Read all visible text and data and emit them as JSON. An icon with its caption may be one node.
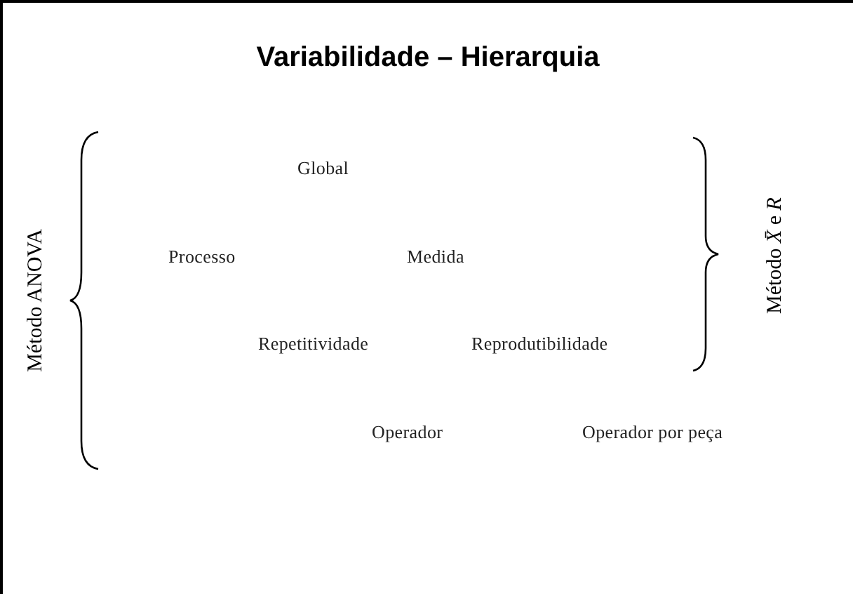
{
  "diagram": {
    "title": "Variabilidade – Hierarquia",
    "labels": [
      "Método ANOVA",
      "Global",
      "Método *X̄* e *R*",
      "Processo",
      "Medida",
      "Repetitividade",
      "Reprodutibilidade",
      "Operador",
      "Operador por peça"
    ]
  }
}
